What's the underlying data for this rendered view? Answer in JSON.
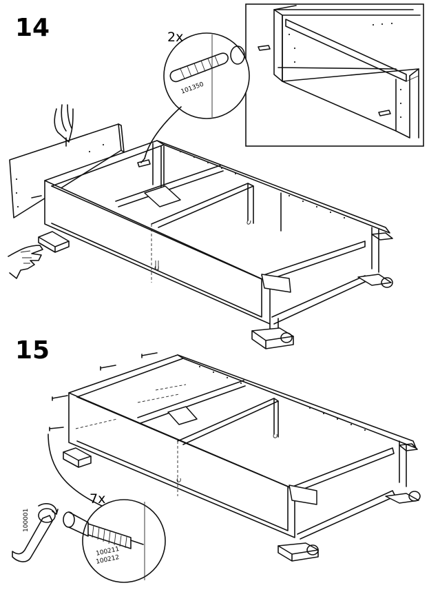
{
  "steps": [
    {
      "number": "14",
      "callout_qty": "2x",
      "part_number": "101350"
    },
    {
      "number": "15",
      "callout_qty": "7x",
      "tool_part_number": "100001",
      "part_numbers": [
        "100211",
        "100212"
      ]
    }
  ],
  "icons": {
    "step14_detail": "frame-corner-detail",
    "dowel": "wooden-dowel-icon",
    "cam_screw": "cam-lock-screw-icon",
    "allen_key": "allen-key-icon",
    "hand_hold": "hand-holding-icon",
    "hand_push": "hand-pushing-icon"
  }
}
